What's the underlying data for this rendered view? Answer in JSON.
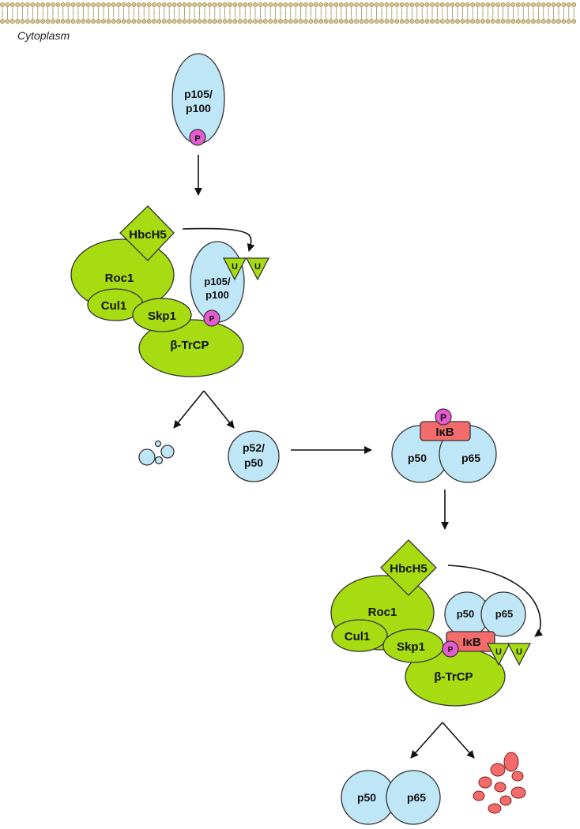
{
  "compartment_label": "Cytoplasm",
  "proteins": {
    "p105_p100_line1": "p105/",
    "p105_p100_line2": "p100",
    "phospho": "P",
    "ubiquitin": "U",
    "hbch5": "HbcH5",
    "roc1": "Roc1",
    "cul1": "Cul1",
    "skp1": "Skp1",
    "btrcp": "β-TrCP",
    "p52_p50_line1": "p52/",
    "p52_p50_line2": "p50",
    "ikb": "IκB",
    "p50": "p50",
    "p65": "p65"
  },
  "colors": {
    "nfkb_blue": "#bfe6f6",
    "ligase_green": "#a7dc12",
    "phospho_pink": "#e45cd0",
    "ikb_red": "#f46b6b"
  }
}
